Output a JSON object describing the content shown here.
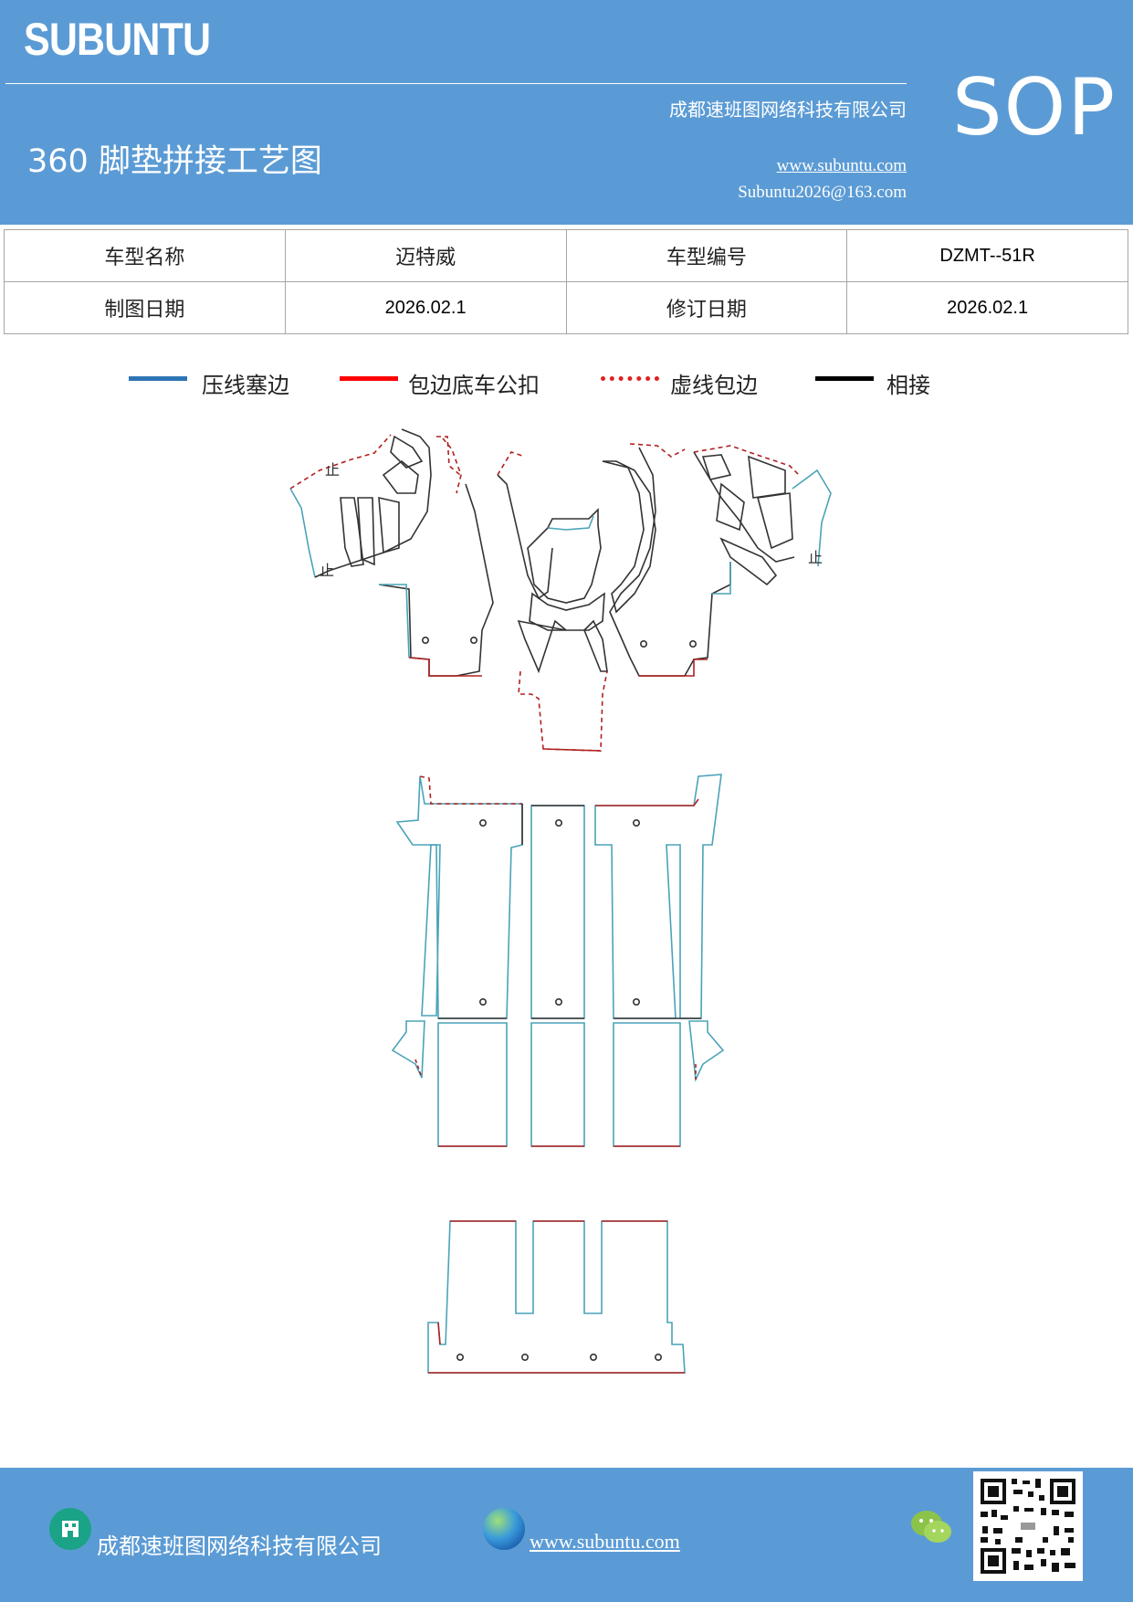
{
  "header": {
    "brand": "SUBUNTU",
    "title": "360 脚垫拼接工艺图",
    "company": "成都速班图网络科技有限公司",
    "website": "www.subuntu.com",
    "email": "Subuntu2026@163.com",
    "doc_type": "SOP"
  },
  "info_table": {
    "rows": [
      [
        "车型名称",
        "迈特威",
        "车型编号",
        "DZMT--51R"
      ],
      [
        "制图日期",
        "2026.02.1",
        "修订日期",
        "2026.02.1"
      ]
    ]
  },
  "legend": [
    {
      "label": "压线塞边",
      "style": "solid",
      "color": "#2e75b6"
    },
    {
      "label": "包边底车公扣",
      "style": "solid",
      "color": "#ff0000"
    },
    {
      "label": "虚线包边",
      "style": "dotted",
      "color": "#e02020"
    },
    {
      "label": "相接",
      "style": "solid",
      "color": "#000000"
    }
  ],
  "drawing": {
    "marks": [
      "止",
      "止",
      "止"
    ],
    "colors": {
      "press": "#4aa3b8",
      "edge": "#b02020",
      "dashed": "#b02020",
      "join": "#333333"
    }
  },
  "footer": {
    "company": "成都速班图网络科技有限公司",
    "website": "www.subuntu.com",
    "icons": [
      "building-icon",
      "globe-icon",
      "wechat-icon",
      "qr-code"
    ]
  }
}
